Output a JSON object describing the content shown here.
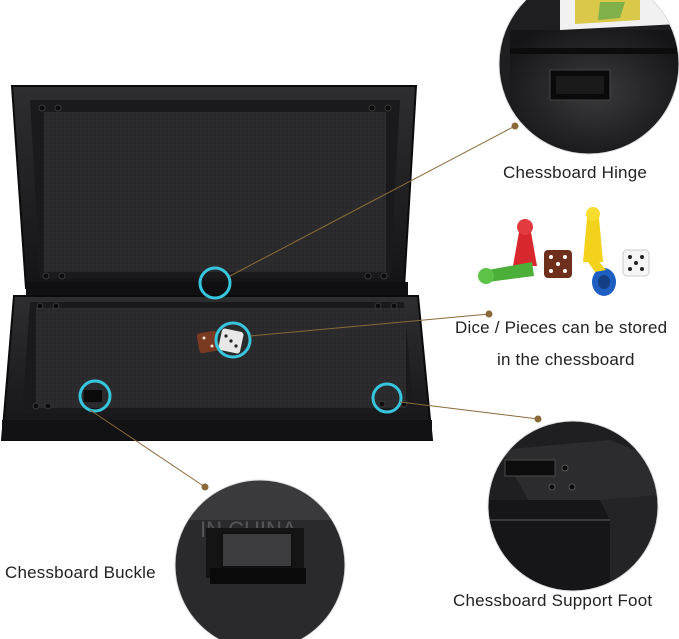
{
  "callouts": {
    "hinge": "Chessboard Hinge",
    "storage_line1": "Dice / Pieces can be stored",
    "storage_line2": "in the chessboard",
    "buckle": "Chessboard Buckle",
    "support_foot": "Chessboard Support Foot"
  },
  "imprint": {
    "buckle_text": "IN CHINA"
  },
  "colors": {
    "highlight_ring": "#37c6de",
    "leader_line": "#8a6a3a",
    "board_black": "#1c1c1e",
    "felt": "#2b2b2d"
  }
}
